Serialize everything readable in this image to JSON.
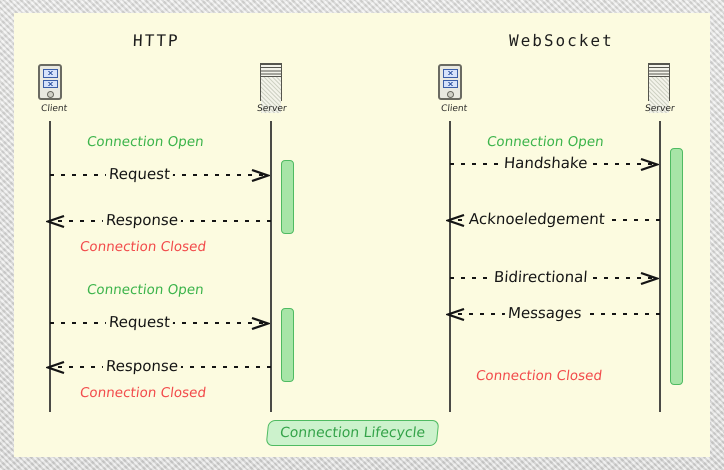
{
  "diagram": {
    "caption": "Connection Lifecycle",
    "colors": {
      "background": "#fcfbe0",
      "frame": "#d8d8d6",
      "open_note": "#3cb44b",
      "closed_note": "#f24b4b",
      "activation_fill": "#a7e5a7",
      "activation_border": "#4fbb62",
      "lifeline": "#4a4a46",
      "message_text": "#141414"
    },
    "panels": [
      {
        "title": "HTTP",
        "actors": [
          {
            "label": "Client",
            "icon": "client-device-icon"
          },
          {
            "label": "Server",
            "icon": "server-tower-icon"
          }
        ],
        "notes": [
          {
            "text": "Connection Open",
            "kind": "open"
          },
          {
            "text": "Connection Closed",
            "kind": "closed"
          },
          {
            "text": "Connection Open",
            "kind": "open"
          },
          {
            "text": "Connection Closed",
            "kind": "closed"
          }
        ],
        "messages": [
          {
            "text": "Request",
            "direction": "right"
          },
          {
            "text": "Response",
            "direction": "left"
          },
          {
            "text": "Request",
            "direction": "right"
          },
          {
            "text": "Response",
            "direction": "left"
          }
        ],
        "activations": 2
      },
      {
        "title": "WebSocket",
        "actors": [
          {
            "label": "Client",
            "icon": "client-device-icon"
          },
          {
            "label": "Server",
            "icon": "server-tower-icon"
          }
        ],
        "notes": [
          {
            "text": "Connection Open",
            "kind": "open"
          },
          {
            "text": "Connection Closed",
            "kind": "closed"
          }
        ],
        "messages": [
          {
            "text": "Handshake",
            "direction": "right"
          },
          {
            "text": "Acknoeledgement",
            "direction": "left"
          },
          {
            "text": "Bidirectional",
            "direction": "right"
          },
          {
            "text": "Messages",
            "direction": "left"
          }
        ],
        "activations": 1
      }
    ]
  }
}
